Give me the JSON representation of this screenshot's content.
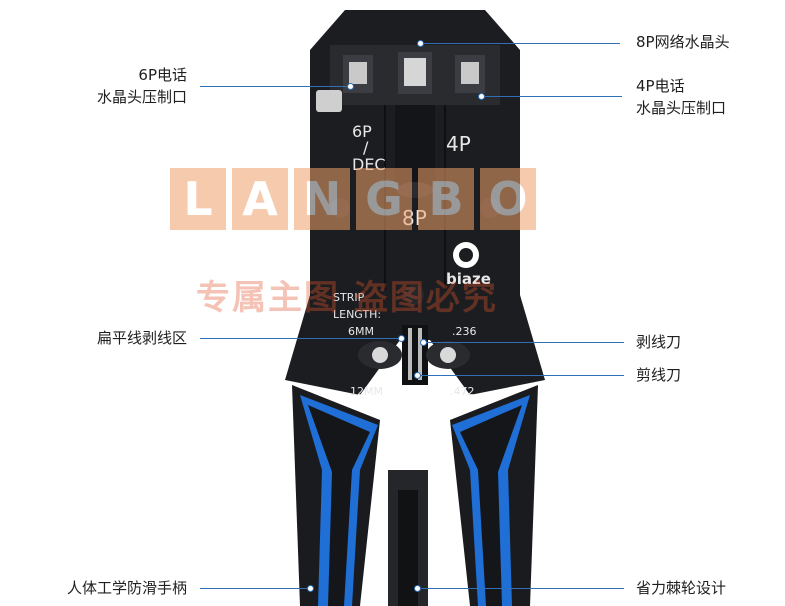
{
  "callouts": {
    "p8": "8P网络水晶头",
    "p6_line1": "6P电话",
    "p6_line2": "水晶头压制口",
    "p4_line1": "4P电话",
    "p4_line2": "水晶头压制口",
    "strip_area": "扁平线剥线区",
    "stripper": "剥线刀",
    "cutter": "剪线刀",
    "handle": "人体工学防滑手柄",
    "ratchet": "省力棘轮设计"
  },
  "tool_markings": {
    "six_p": "6P",
    "dec": "DEC",
    "four_p": "4P",
    "eight_p": "8P",
    "brand": "biaze",
    "strip": "STRIP",
    "length": "LENGTH:",
    "mm6": "6MM",
    "in236": ".236",
    "mm12": "12MM",
    "in472": ".472"
  },
  "watermark": {
    "letters": [
      "L",
      "A",
      "N",
      "G",
      "B",
      "O"
    ],
    "text": "专属主图  盗图必究"
  },
  "colors": {
    "callout_line": "#2f6fb5",
    "tool_body": "#1c1d20",
    "grip_blue": "#1f6fd6",
    "watermark_orange": "#f0a26b"
  }
}
